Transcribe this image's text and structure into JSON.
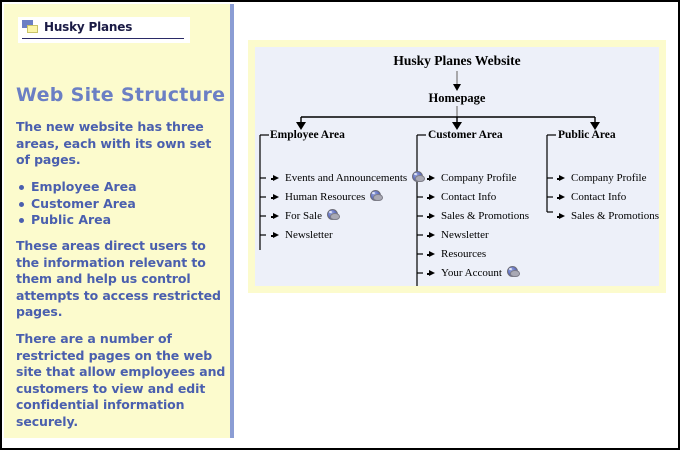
{
  "sidebar": {
    "logo": {
      "icon": "folder-squares-logo-icon",
      "text": "Husky Planes"
    },
    "title": "Web Site Structure",
    "paragraph_1": "The new website has three areas, each with its own set of pages.",
    "bullets": [
      "Employee Area",
      "Customer Area",
      "Public Area"
    ],
    "paragraph_2": "These areas direct users to the information relevant to them and help us control attempts to access restricted pages.",
    "paragraph_3": "There are a number of restricted pages on the web site that allow employees and customers to view and edit confidential information securely.",
    "colors": {
      "background": "#fcfbcd",
      "text": "#4a5fae",
      "title": "#6b7fc4",
      "divider": "#8b9dd4"
    }
  },
  "diagram": {
    "title": "Husky Planes Website",
    "homepage": "Homepage",
    "colors": {
      "panel_border": "#fcfbcd",
      "panel_background": "#edf0f9",
      "wire": "#000000"
    },
    "columns": [
      {
        "heading": "Employee Area",
        "items": [
          {
            "label": "Events and Announcements",
            "secure": true
          },
          {
            "label": "Human Resources",
            "secure": true
          },
          {
            "label": "For Sale",
            "secure": true
          },
          {
            "label": "Newsletter",
            "secure": false
          }
        ]
      },
      {
        "heading": "Customer Area",
        "items": [
          {
            "label": "Company Profile",
            "secure": false
          },
          {
            "label": "Contact Info",
            "secure": false
          },
          {
            "label": "Sales & Promotions",
            "secure": false
          },
          {
            "label": "Newsletter",
            "secure": false
          },
          {
            "label": "Resources",
            "secure": false
          },
          {
            "label": "Your Account",
            "secure": true
          }
        ]
      },
      {
        "heading": "Public Area",
        "items": [
          {
            "label": "Company Profile",
            "secure": false
          },
          {
            "label": "Contact Info",
            "secure": false
          },
          {
            "label": "Sales & Promotions",
            "secure": false
          }
        ]
      }
    ]
  }
}
